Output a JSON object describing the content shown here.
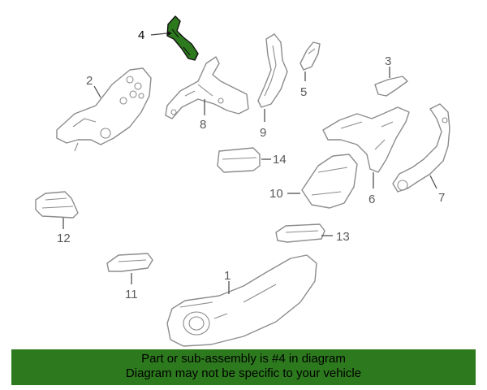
{
  "diagram": {
    "highlight_color": "#2d7a1e",
    "highlighted_part": "4",
    "callouts": [
      "1",
      "2",
      "3",
      "4",
      "5",
      "6",
      "7",
      "8",
      "9",
      "10",
      "11",
      "12",
      "13",
      "14"
    ]
  },
  "banner": {
    "line1": "Part or sub-assembly is #4 in diagram",
    "line2": "Diagram may not be specific to your vehicle"
  }
}
